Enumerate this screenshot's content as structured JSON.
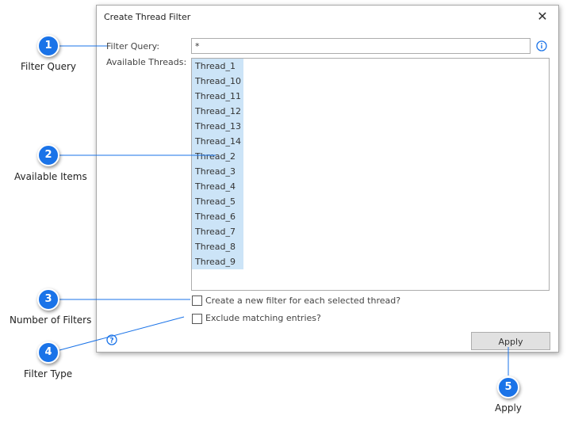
{
  "dialog": {
    "title": "Create Thread Filter",
    "close_glyph": "✕",
    "filter_query_label": "Filter Query:",
    "filter_query_value": "*",
    "available_threads_label": "Available Threads:",
    "threads": [
      "Thread_1",
      "Thread_10",
      "Thread_11",
      "Thread_12",
      "Thread_13",
      "Thread_14",
      "Thread_2",
      "Thread_3",
      "Thread_4",
      "Thread_5",
      "Thread_6",
      "Thread_7",
      "Thread_8",
      "Thread_9"
    ],
    "new_filter_each_label": "Create a new filter for each selected thread?",
    "exclude_matching_label": "Exclude matching entries?",
    "apply_label": "Apply"
  },
  "callouts": [
    {
      "number": "1",
      "label": "Filter Query"
    },
    {
      "number": "2",
      "label": "Available Items"
    },
    {
      "number": "3",
      "label": "Number of Filters"
    },
    {
      "number": "4",
      "label": "Filter Type"
    },
    {
      "number": "5",
      "label": "Apply"
    }
  ],
  "colors": {
    "callout": "#1a73e8",
    "selection": "#cce4f7",
    "connector": "#1a73e8"
  },
  "icons": {
    "info": "info-icon",
    "help": "help-icon",
    "close": "close-icon"
  }
}
